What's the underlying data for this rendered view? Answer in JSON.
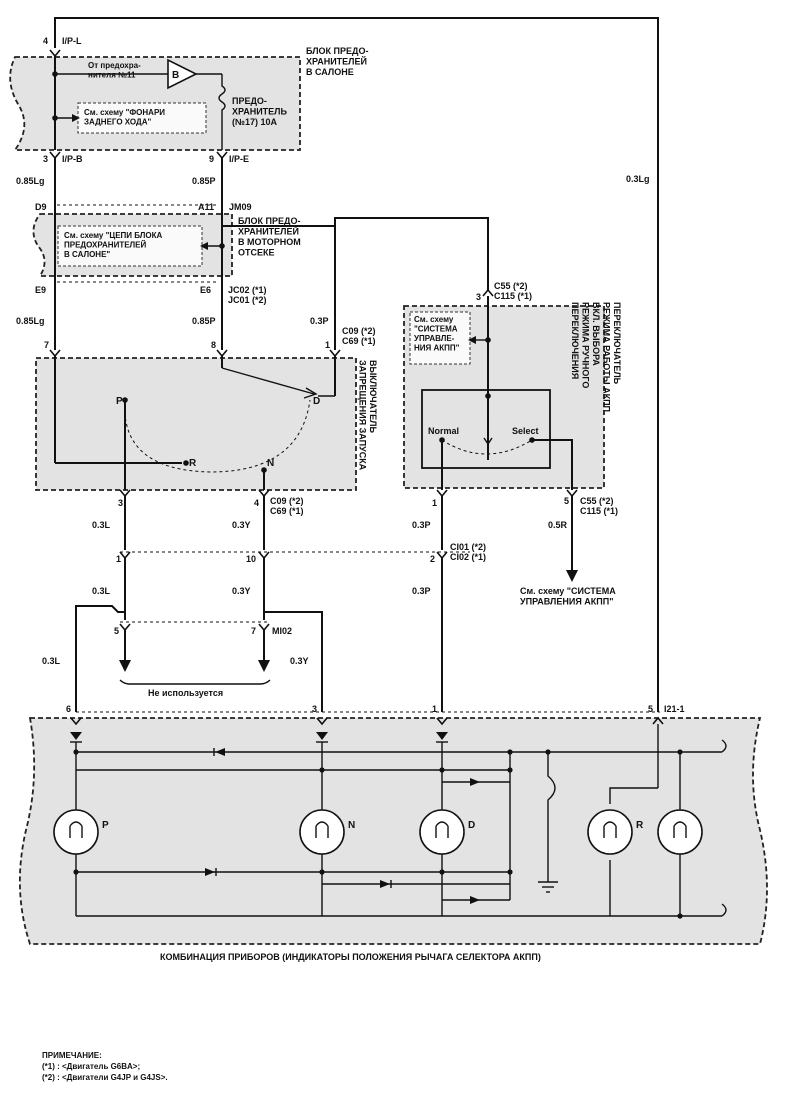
{
  "labels": {
    "fuse_block_cabin": "БЛОК ПРЕДО-\nХРАНИТЕЛЕЙ\nВ САЛОНЕ",
    "from_fuse": "От предохра-\nнителя №11",
    "see_reverse_lamps": "См. схему \"ФОНАРИ\nЗАДНЕГО ХОДА\"",
    "fuse17": "ПРЕДО-\nХРАНИТЕЛЬ\n(№17) 10А",
    "see_fuse_circuits": "См. схему \"ЦЕПИ БЛОКА\nПРЕДОХРАНИТЕЛЕЙ\nВ САЛОНЕ\"",
    "engine_fuse_block": "БЛОК ПРЕДО-\nХРАНИТЕЛЕЙ\nВ МОТОРНОМ\nОТСЕКЕ",
    "inhibitor_switch": "ВЫКЛЮЧАТЕЛЬ\nЗАПРЕЩЕНИЯ ЗАПУСКА",
    "see_atm_control": "См. схему\n\"СИСТЕМА\nУПРАВЛЕ-\nНИЯ АКПП\"",
    "mode_switch": "ПЕРЕКЛЮЧАТЕЛЬ\nРЕЖИМА РАБОТЫ АКПП\nВКЛ. ВЫБОРА\nРЕЖИМА РУЧНОГО\nПЕРЕКЛЮЧЕНИЯ",
    "see_atm_control_2": "См. схему \"СИСТЕМА\nУПРАВЛЕНИЯ АКПП\"",
    "not_used": "Не используется",
    "cluster": "КОМБИНАЦИЯ ПРИБОРОВ (ИНДИКАТОРЫ ПОЛОЖЕНИЯ РЫЧАГА СЕЛЕКТОРА АКПП)",
    "fuse_letter": "B",
    "mode_normal": "Normal",
    "mode_select": "Select"
  },
  "connectors": {
    "ipl": "I/P-L",
    "ipb": "I/P-B",
    "ipe": "I/P-E",
    "d9": "D9",
    "a11": "A11",
    "jm09": "JM09",
    "e9": "E9",
    "e6": "E6",
    "jc02": "JC02 (*1)",
    "jc01": "JC01 (*2)",
    "c09": "C09 (*2)",
    "c69": "C69 (*1)",
    "c55": "C55 (*2)",
    "c115": "C115 (*1)",
    "ci01": "CI01 (*2)",
    "ci02": "CI02 (*1)",
    "mi02": "MI02",
    "i211": "I21-1"
  },
  "pins": {
    "p4": "4",
    "p3": "3",
    "p9": "9",
    "p7": "7",
    "p8": "8",
    "p1": "1",
    "p3b": "3",
    "p4b": "4",
    "p3c": "3",
    "p1b": "1",
    "p5b": "5",
    "p1c": "1",
    "p10": "10",
    "p2": "2",
    "p5c": "5",
    "p7b": "7",
    "p6": "6",
    "p3d": "3",
    "p1d": "1",
    "p5d": "5"
  },
  "wires": {
    "w065lg_1": "0.85Lg",
    "w085p_1": "0.85P",
    "w03lg": "0.3Lg",
    "w085lg_2": "0.85Lg",
    "w085p_2": "0.85P",
    "w03p_1": "0.3P",
    "w03l_1": "0.3L",
    "w03y_1": "0.3Y",
    "w03p_2": "0.3P",
    "w05r": "0.5R",
    "w03l_2": "0.3L",
    "w03y_2": "0.3Y",
    "w03p_3": "0.3P",
    "w03l_3": "0.3L",
    "w03y_3": "0.3Y"
  },
  "switch_positions": {
    "p": "P",
    "r": "R",
    "n": "N",
    "d": "D"
  },
  "lamps": [
    {
      "label": "P"
    },
    {
      "label": "N"
    },
    {
      "label": "D"
    },
    {
      "label": "R"
    },
    {
      "label": ""
    }
  ],
  "notes": {
    "title": "ПРИМЕЧАНИЕ:",
    "n1": "(*1) : <Двигатель G6BA>;",
    "n2": "(*2) : <Двигатели G4JP и G4JS>."
  }
}
